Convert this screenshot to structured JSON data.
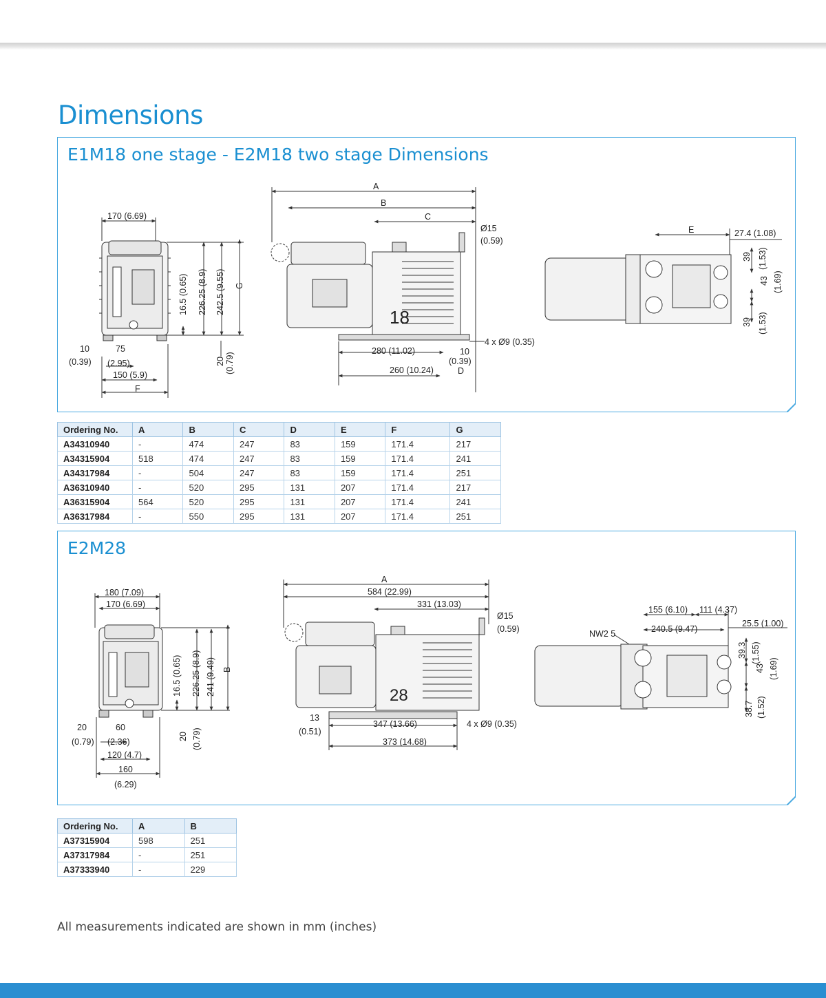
{
  "page": {
    "title": "Dimensions",
    "footnote": "All measurements indicated are shown in mm (inches)"
  },
  "colors": {
    "accent": "#1a8fd1",
    "panel_border": "#49a9e0",
    "table_header": "#e3eef8",
    "bottom_bar": "#2a8ed1"
  },
  "section1": {
    "title": "E1M18 one stage - E2M18 two stage Dimensions",
    "labels": {
      "front_width": "170 (6.69)",
      "h1": "16.5 (0.65)",
      "h2": "226.25 (8.9)",
      "h3": "242.5 (9.55)",
      "g": "G",
      "foot": "20",
      "foot_in": "(0.79)",
      "left10": "10",
      "left10_in": "(0.39)",
      "w75": "75",
      "w75_in": "(2.95)",
      "w150": "150 (5.9)",
      "f": "F",
      "a": "A",
      "b": "B",
      "c": "C",
      "d15": "Ø15",
      "d15_in": "(0.59)",
      "logo_number": "18",
      "holes": "4 x Ø9 (0.35)",
      "w280": "280 (11.02)",
      "w10": "10",
      "w10_in": "(0.39)",
      "w260": "260 (10.24)",
      "d": "D",
      "e": "E",
      "w27": "27.4 (1.08)",
      "v39a": "39",
      "v39a_in": "(1.53)",
      "v43": "43",
      "v43_in": "(1.69)",
      "v39b": "39",
      "v39b_in": "(1.53)"
    },
    "table": {
      "headers": [
        "Ordering No.",
        "A",
        "B",
        "C",
        "D",
        "E",
        "F",
        "G"
      ],
      "rows": [
        [
          "A34310940",
          "-",
          "474",
          "247",
          "83",
          "159",
          "171.4",
          "217"
        ],
        [
          "A34315904",
          "518",
          "474",
          "247",
          "83",
          "159",
          "171.4",
          "241"
        ],
        [
          "A34317984",
          "-",
          "504",
          "247",
          "83",
          "159",
          "171.4",
          "251"
        ],
        [
          "A36310940",
          "-",
          "520",
          "295",
          "131",
          "207",
          "171.4",
          "217"
        ],
        [
          "A36315904",
          "564",
          "520",
          "295",
          "131",
          "207",
          "171.4",
          "241"
        ],
        [
          "A36317984",
          "-",
          "550",
          "295",
          "131",
          "207",
          "171.4",
          "251"
        ]
      ]
    }
  },
  "section2": {
    "title": "E2M28",
    "labels": {
      "w180": "180 (7.09)",
      "w170": "170 (6.69)",
      "h1": "16.5 (0.65)",
      "h2": "226.25 (8.9)",
      "h3": "241 (9.49)",
      "b": "B",
      "foot": "20",
      "foot_in": "(0.79)",
      "left20": "20",
      "left20_in": "(0.79)",
      "w60": "60",
      "w60_in": "(2.36)",
      "w120": "120 (4.7)",
      "w160": "160",
      "w160_in": "(6.29)",
      "a": "A",
      "w584": "584 (22.99)",
      "w331": "331 (13.03)",
      "d15": "Ø15",
      "d15_in": "(0.59)",
      "logo_number": "28",
      "w13": "13",
      "w13_in": "(0.51)",
      "w347": "347 (13.66)",
      "holes": "4 x Ø9 (0.35)",
      "w373": "373 (14.68)",
      "w155": "155 (6.10)",
      "w111": "111 (4.37)",
      "nw25": "NW2 5",
      "w240": "240.5 (9.47)",
      "w25": "25.5 (1.00)",
      "v39": "39.3",
      "v39_in": "(1.55)",
      "v43": "43",
      "v43_in": "(1.69)",
      "v38": "38.7",
      "v38_in": "(1.52)"
    },
    "table": {
      "headers": [
        "Ordering No.",
        "A",
        "B"
      ],
      "rows": [
        [
          "A37315904",
          "598",
          "251"
        ],
        [
          "A37317984",
          "-",
          "251"
        ],
        [
          "A37333940",
          "-",
          "229"
        ]
      ]
    }
  }
}
